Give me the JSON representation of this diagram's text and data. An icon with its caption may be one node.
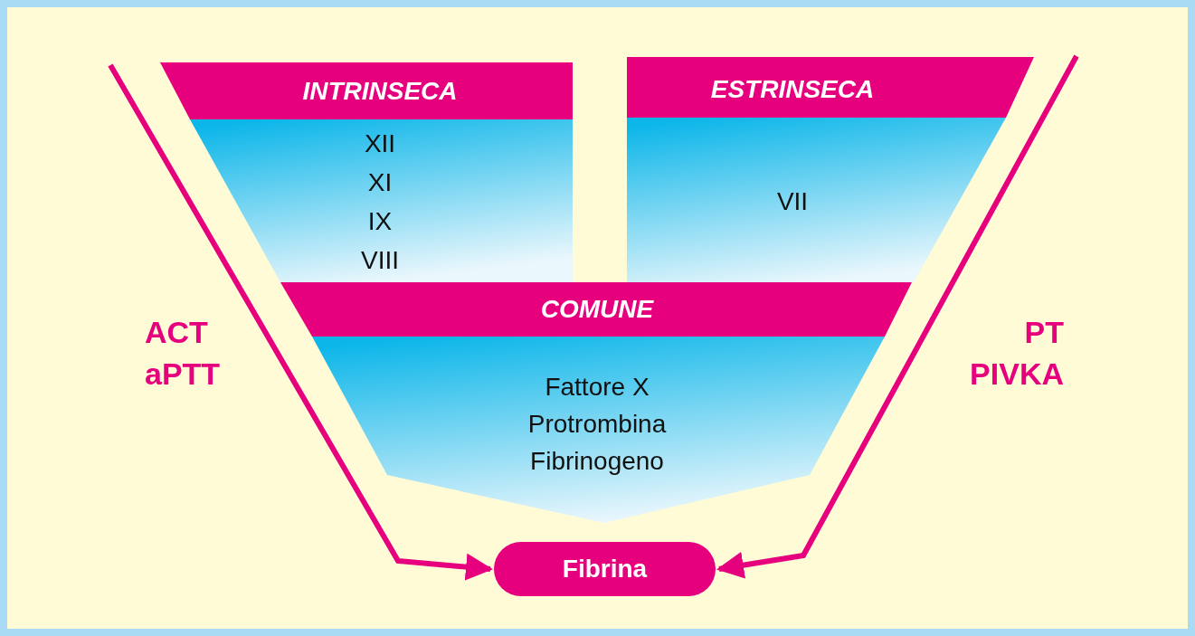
{
  "diagram": {
    "nodes": [
      {
        "text": [
          "INTRINSECA",
          "XII",
          "XI",
          "IX",
          "VIII"
        ]
      },
      {
        "text": [
          "ESTRINSECA",
          "VII"
        ]
      },
      {
        "text": [
          "COMUNE",
          "Fattore X",
          "Protrombina",
          "Fibrinogeno"
        ]
      },
      {
        "text": [
          "Fibrina"
        ]
      }
    ],
    "edges": [
      {
        "from": null,
        "to": 3,
        "arrow": "to"
      },
      {
        "from": null,
        "to": 3,
        "arrow": "to"
      }
    ],
    "labels": [
      "ACT",
      "aPTT",
      "PT",
      "PIVKA"
    ]
  }
}
